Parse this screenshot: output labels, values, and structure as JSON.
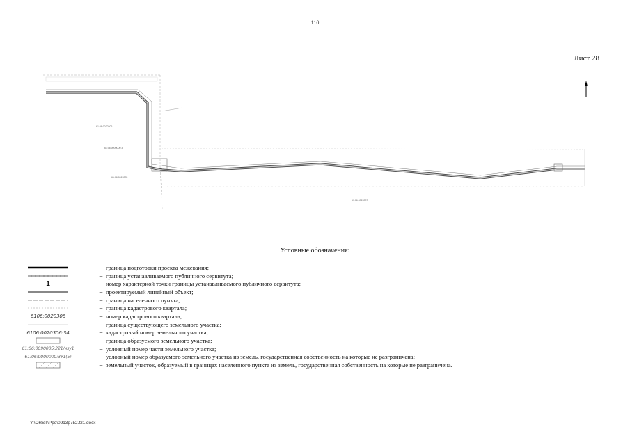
{
  "page_number": "110",
  "sheet_label": "Лист 28",
  "map": {
    "label_north_quarter": "61:06:0020306",
    "label_point_1": "61:06:0000000:3",
    "label_mid_left": "61:06:0020305",
    "label_bottom": "61:06:0020307"
  },
  "legend": {
    "title": "Условные обозначения:",
    "dash": "–",
    "items": [
      {
        "symbol_text": "",
        "text": "граница подготовки проекта межевания;"
      },
      {
        "symbol_text": "",
        "text": "граница устанавливаемого публичного сервитута;"
      },
      {
        "symbol_text": "1",
        "text": "номер характерной точки границы устанавливаемого публичного сервитута;"
      },
      {
        "symbol_text": "",
        "text": "проектируемый линейный объект;"
      },
      {
        "symbol_text": "",
        "text": "граница населенного пункта;"
      },
      {
        "symbol_text": "",
        "text": "граница кадастрового квартала;"
      },
      {
        "symbol_text": "6106:0020306",
        "text": "номер кадастрового квартала;"
      },
      {
        "symbol_text": "",
        "text": "граница существующего земельного участка;"
      },
      {
        "symbol_text": "6106:0020306:34",
        "text": "кадастровый номер земельного участка;"
      },
      {
        "symbol_text": "",
        "text": "граница образуемого земельного участка;"
      },
      {
        "symbol_text": "61:06:0090005:221/чзу1",
        "text": "условный номер части земельного участка;"
      },
      {
        "symbol_text": "61:06:0000000:3У1(5)",
        "text": "условный номер образуемого земельного участка из земель, государственная собственность на которые не разграничена;"
      },
      {
        "symbol_text": "",
        "text": "земельный участок, образуемый в границах населенного пункта из земель, государственная собственность на которые не разграничена."
      }
    ]
  },
  "footer": {
    "file_path": "Y:\\ORST\\Ppo\\0913p752.f21.docx"
  }
}
